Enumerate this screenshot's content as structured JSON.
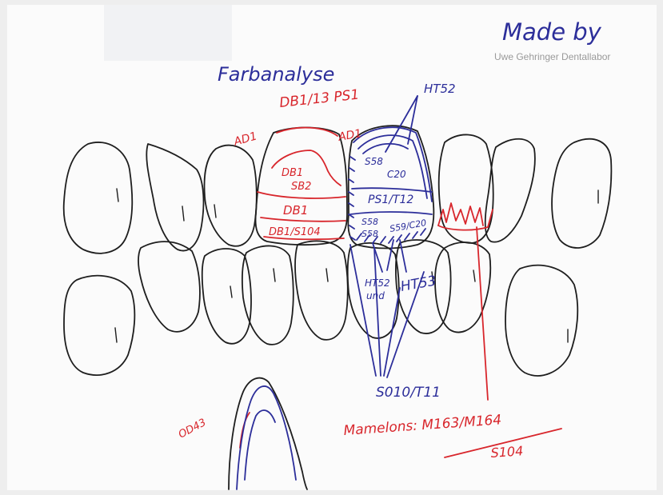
{
  "colors": {
    "paper": "#fbfbfb",
    "ink_black": "#1e1e1e",
    "ink_blue": "#2c2e9a",
    "ink_red": "#d8262c",
    "brand_gray": "#9a9a9a"
  },
  "branding": {
    "made_by": "Made by",
    "company": "Uwe Gehringer Dentallabor"
  },
  "diagram": {
    "title": "Farbanalyse",
    "labels": {
      "db_top": "DB1/13 PS1",
      "ad1_left": "AD1",
      "ad1_right": "AD1",
      "ht52_top": "HT52",
      "db1_sb2_a": "DB1",
      "db1_sb2_b": "SB2",
      "db1_mid": "DB1",
      "db1_s104": "DB1/S104",
      "s58_c20_a": "S58",
      "s58_c20_b": "C20",
      "ps1_t12": "PS1/T12",
      "s58_a": "S58",
      "s58_b": "S58",
      "s59_c20": "S59/C20",
      "ht52_und_a": "HT52",
      "ht52_und_b": "und",
      "ht53": "HT53",
      "s010_t11": "S010/T11",
      "od43": "OD43",
      "mamelons": "Mamelons: M163/M164",
      "s104_bottom": "S104"
    }
  }
}
